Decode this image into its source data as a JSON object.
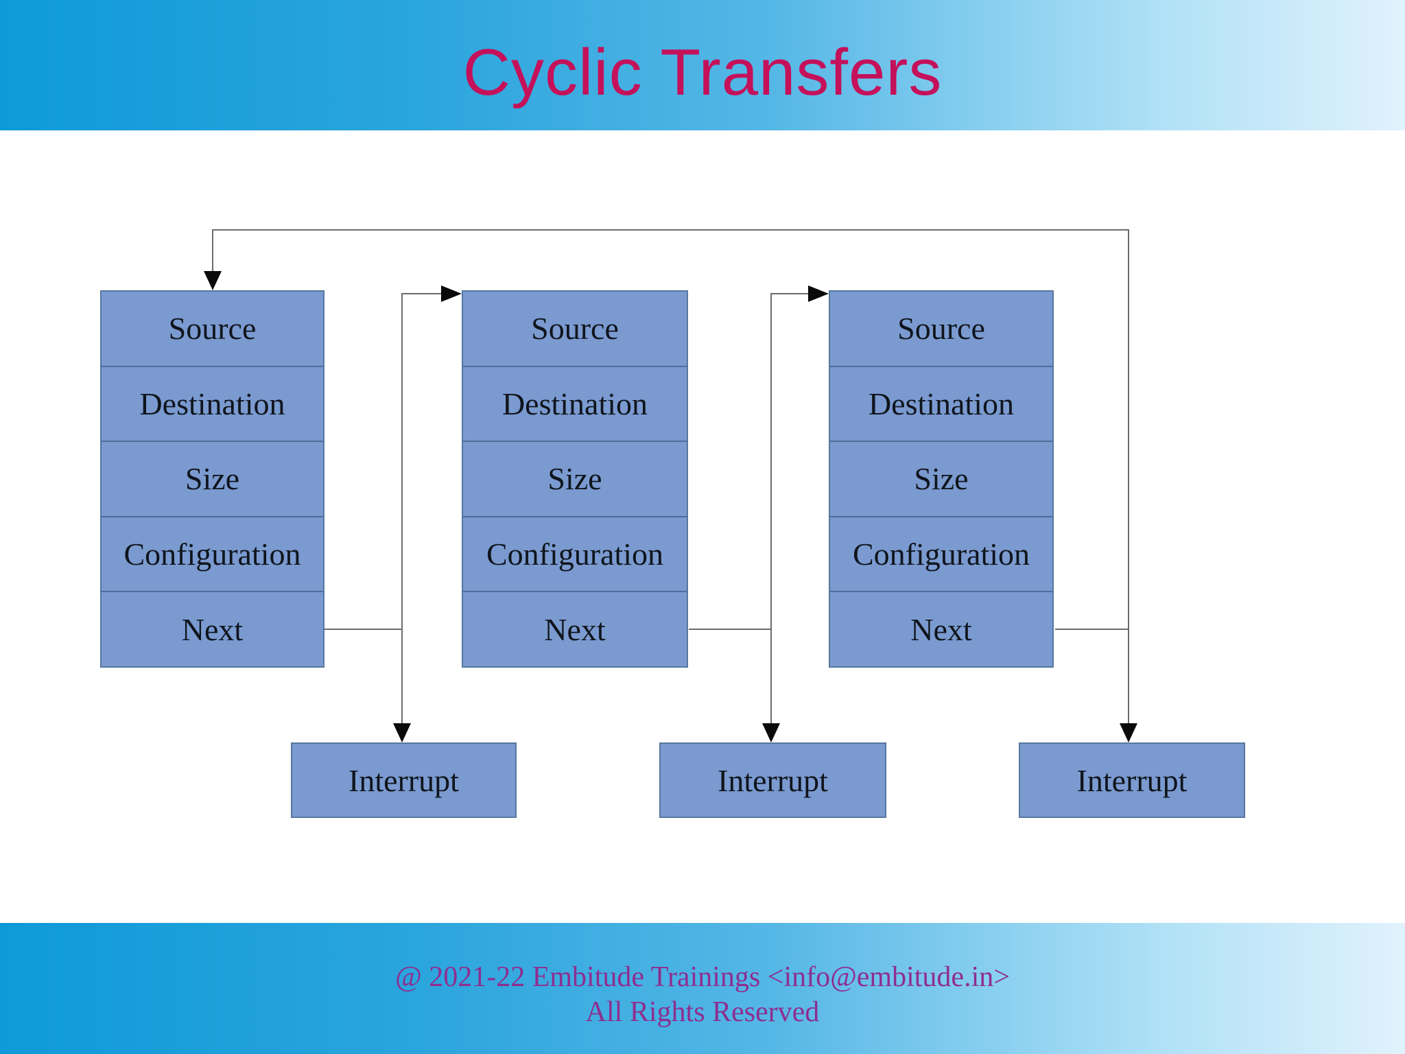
{
  "slide": {
    "title": "Cyclic Transfers",
    "footer_line1": "@ 2021-22 Embitude Trainings <info@embitude.in>",
    "footer_line2": "All Rights Reserved"
  },
  "colors": {
    "header_gradient_start": "#0E9AD8",
    "header_gradient_end": "#E1F2FC",
    "title_text": "#C4115A",
    "footer_text": "#8E2E90",
    "block_fill": "#7A9AD0",
    "block_border": "#56779F",
    "connector_line": "#6B6B6B",
    "arrowhead": "#0A0A0A",
    "body_background": "#FFFFFF",
    "block_text": "#10151C"
  },
  "diagram": {
    "descriptor_blocks": [
      {
        "id": "descriptor-1",
        "rows": [
          "Source",
          "Destination",
          "Size",
          "Configuration",
          "Next"
        ]
      },
      {
        "id": "descriptor-2",
        "rows": [
          "Source",
          "Destination",
          "Size",
          "Configuration",
          "Next"
        ]
      },
      {
        "id": "descriptor-3",
        "rows": [
          "Source",
          "Destination",
          "Size",
          "Configuration",
          "Next"
        ]
      }
    ],
    "interrupt_boxes": [
      {
        "label": "Interrupt"
      },
      {
        "label": "Interrupt"
      },
      {
        "label": "Interrupt"
      }
    ]
  }
}
